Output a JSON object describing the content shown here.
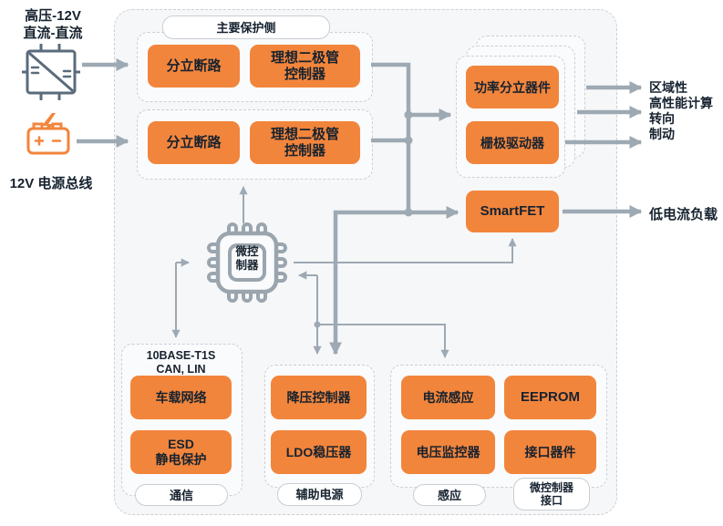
{
  "colors": {
    "block_orange": "#F2853C",
    "text_dark_navy": "#16222F",
    "wire_gray": "#9DA9B3",
    "icon_slate": "#5A6B7B"
  },
  "sources": {
    "hv_dcdc": {
      "line1": "高压-12V",
      "line2": "直流-直流"
    },
    "battery": {
      "label": "12V 电源总线"
    }
  },
  "protection": {
    "pill": "主要保护侧",
    "group1": {
      "block1": "分立断路",
      "block2_line1": "理想二极管",
      "block2_line2": "控制器"
    },
    "group2": {
      "block1": "分立断路",
      "block2_line1": "理想二极管",
      "block2_line2": "控制器"
    }
  },
  "power_stage": {
    "block1": "功率分立器件",
    "block2": "栅极驱动器"
  },
  "smartfet": {
    "label": "SmartFET"
  },
  "mcu": {
    "line1": "微控",
    "line2": "制器"
  },
  "comm": {
    "header_line1": "10BASE-T1S",
    "header_line2": "CAN, LIN",
    "block1": "车载网络",
    "block2_line1": "ESD",
    "block2_line2": "静电保护",
    "pill": "通信"
  },
  "aux_power": {
    "block1": "降压控制器",
    "block2": "LDO稳压器",
    "pill": "辅助电源"
  },
  "sensing": {
    "block1": "电流感应",
    "block2": "EEPROM",
    "block3": "电压监控器",
    "block4": "接口器件",
    "pill_sense": "感应",
    "pill_mcu_if_line1": "微控制器",
    "pill_mcu_if_line2": "接口"
  },
  "outputs": {
    "zonal_line1": "区域性",
    "zonal_line2": "高性能计算",
    "zonal_line3": "转向",
    "zonal_line4": "制动",
    "low_current": "低电流负载"
  }
}
